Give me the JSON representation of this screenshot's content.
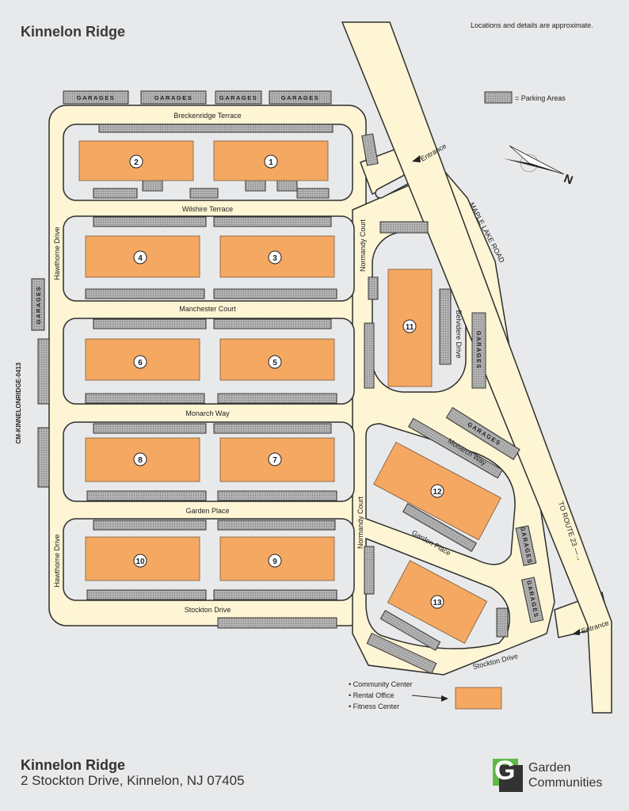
{
  "header": {
    "title": "Kinnelon Ridge",
    "note": "Locations and details are approximate."
  },
  "legend": {
    "parking": "= Parking Areas"
  },
  "compass": {
    "north": "N"
  },
  "roads": {
    "breckenridge": "Breckenridge Terrace",
    "wilshire": "Wilshire Terrace",
    "manchester": "Manchester Court",
    "monarch": "Monarch Way",
    "garden": "Garden Place",
    "stockton": "Stockton Drive",
    "hawthorne": "Hawthorne Drive",
    "normandy": "Normandy Court",
    "belvidere": "Belvidere Drive",
    "maple": "MAPLE LAKE ROAD",
    "route": "TO ROUTE 23 —→",
    "entrance": "Entrance"
  },
  "garages_label": "GARAGES",
  "buildings": [
    "1",
    "2",
    "3",
    "4",
    "5",
    "6",
    "7",
    "8",
    "9",
    "10",
    "11",
    "12",
    "13"
  ],
  "amenities": [
    "• Community Center",
    "• Rental Office",
    "• Fitness Center"
  ],
  "footer": {
    "name": "Kinnelon Ridge",
    "address": "2 Stockton Drive, Kinnelon, NJ 07405",
    "code": "CM-KINNELONRIDGE-0413"
  },
  "logo": {
    "letter": "G",
    "line1": "Garden",
    "line2": "Communities"
  },
  "colors": {
    "road": "#fdf5d3",
    "building": "#f5a862",
    "parking": "#a9a9a9",
    "background": "#e8e9eb"
  }
}
